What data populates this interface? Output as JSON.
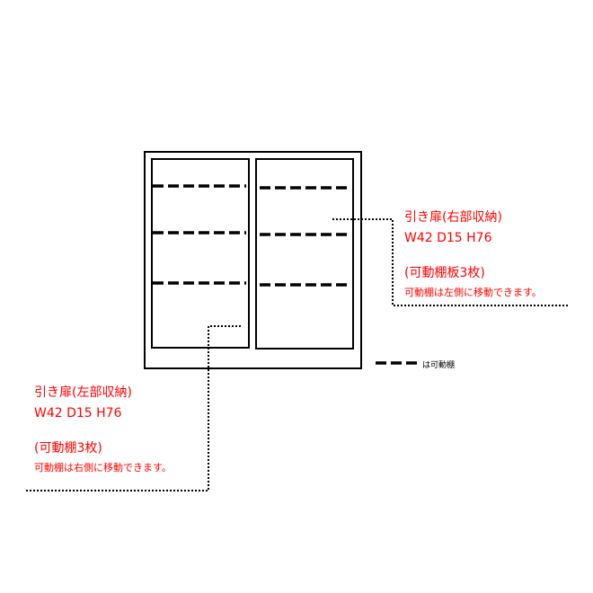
{
  "colors": {
    "annotation": "#ff0000",
    "line": "#000000"
  },
  "right_door": {
    "title": "引き扉(右部収納)",
    "size": "W42 D15 H76",
    "shelves": "(可動棚板3枚)",
    "note": "可動棚は左側に移動できます。"
  },
  "left_door": {
    "title": "引き扉(左部収納)",
    "size": "W42 D15 H76",
    "shelves": "(可動棚3枚)",
    "note": "可動棚は右側に移動できます。"
  },
  "legend": {
    "label": "は可動棚"
  }
}
